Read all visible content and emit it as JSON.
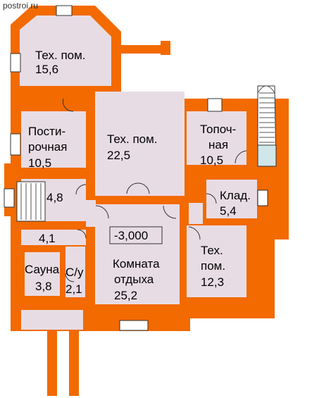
{
  "site_credit": "postroi.ru",
  "colors": {
    "wall": "#F26A00",
    "room": "#E8DCE4",
    "stair": "#FFFFFF",
    "stair_line": "#555555",
    "landing": "#CFE7EA",
    "line": "#333333"
  },
  "level_mark": "-3,000",
  "rooms": [
    {
      "id": "tech-room-1",
      "name": "Тех. пом.",
      "area": "15,6"
    },
    {
      "id": "washroom",
      "name_line1": "Пости-",
      "name_line2": "рочная",
      "area": "10,5"
    },
    {
      "id": "tech-room-2",
      "name": "Тех. пом.",
      "area": "22,5"
    },
    {
      "id": "boiler-room",
      "name_line1": "Топоч-",
      "name_line2": "ная",
      "area": "10,5"
    },
    {
      "id": "stair-hall",
      "area": "4,8"
    },
    {
      "id": "storage",
      "name": "Клад.",
      "area": "5,4"
    },
    {
      "id": "corridor",
      "area": "4,1"
    },
    {
      "id": "sauna",
      "name": "Сауна",
      "area": "3,8"
    },
    {
      "id": "toilet",
      "name": "С/у",
      "area": "2,1"
    },
    {
      "id": "lounge",
      "name_line1": "Комната",
      "name_line2": "отдыха",
      "area": "25,2"
    },
    {
      "id": "tech-room-3",
      "name_line1": "Тех.",
      "name_line2": "пом.",
      "area": "12,3"
    }
  ]
}
